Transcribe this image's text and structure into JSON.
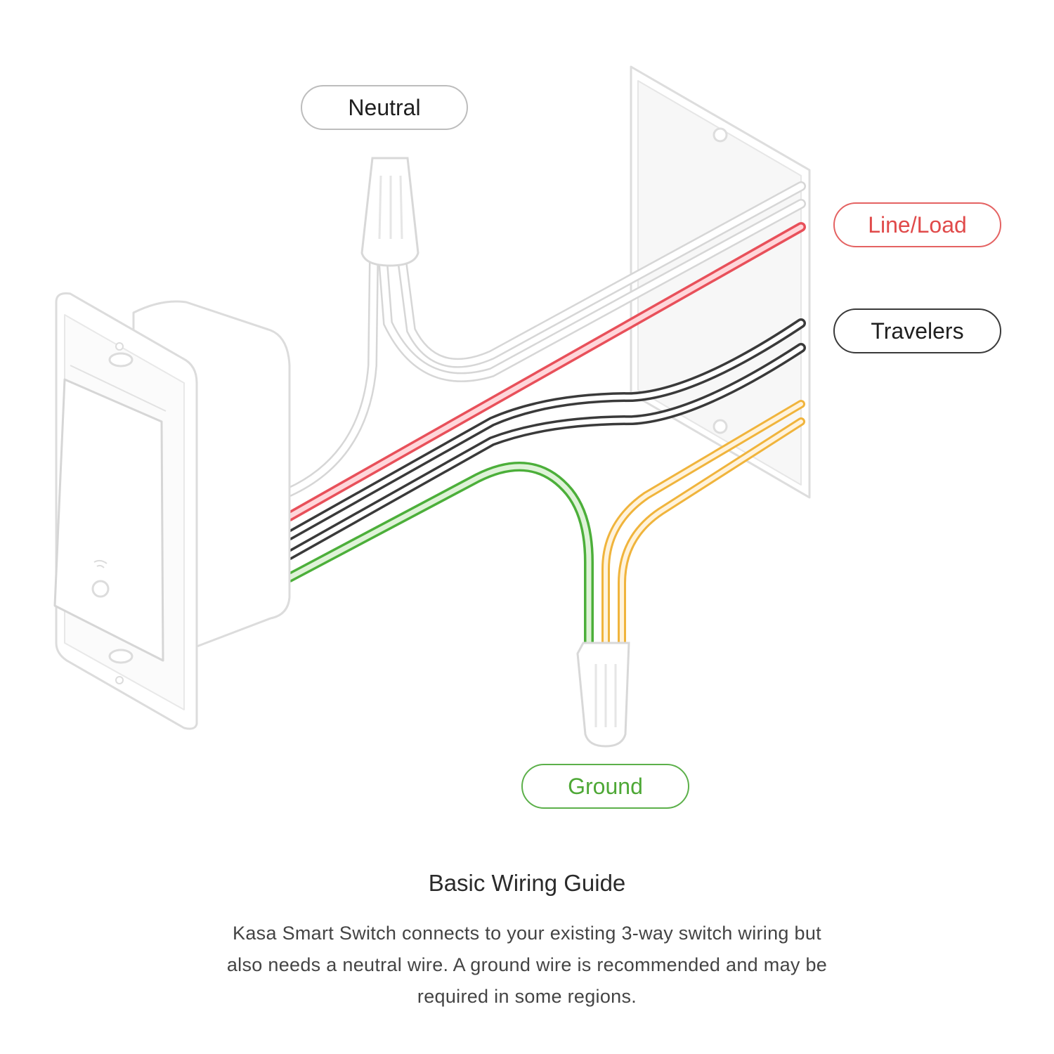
{
  "labels": {
    "neutral": "Neutral",
    "line_load": "Line/Load",
    "travelers": "Travelers",
    "ground": "Ground"
  },
  "caption": {
    "title": "Basic Wiring Guide",
    "body": "Kasa Smart Switch connects to your existing 3-way switch wiring but also needs a neutral wire. A ground wire is recommended and may be required in some regions."
  },
  "colors": {
    "line_load": "#e8505a",
    "travelers": "#3a3a3a",
    "ground": "#4caf3a",
    "ground_from_box": "#f0b43c",
    "neutral": "#c8c8c8"
  }
}
